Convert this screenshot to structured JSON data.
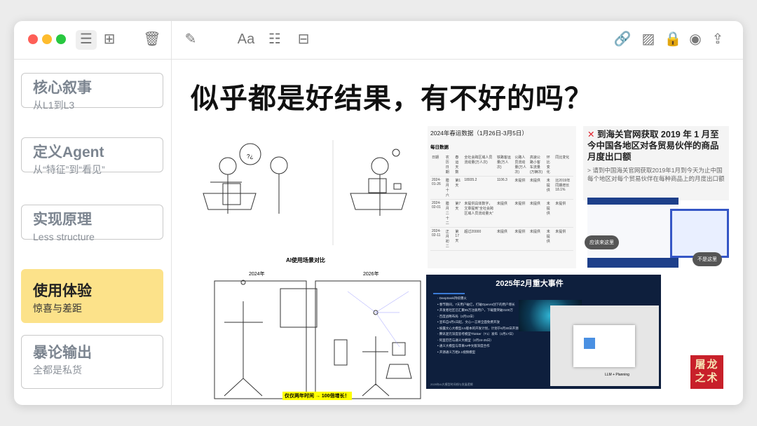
{
  "window": {
    "traffic_lights": {
      "close": "#fe5f57",
      "minimize": "#febc2e",
      "maximize": "#28c840"
    }
  },
  "toolbar": {
    "icons": [
      "list-view-icon",
      "grid-view-icon",
      "trash-icon",
      "compose-icon",
      "font-icon",
      "checklist-icon",
      "table-icon",
      "link-icon",
      "image-icon",
      "lock-icon",
      "account-icon",
      "share-icon"
    ],
    "font_label": "Aa"
  },
  "sidebar": {
    "items": [
      {
        "title": "核心叙事",
        "subtitle": "从L1到L3"
      },
      {
        "title": "定义Agent",
        "subtitle": "从“特征”到“看见”"
      },
      {
        "title": "实现原理",
        "subtitle": "Less structure"
      },
      {
        "title": "使用体验",
        "subtitle": "惊喜与差距",
        "active": true
      },
      {
        "title": "暴论输出",
        "subtitle": "全都是私货"
      }
    ],
    "active_color": "#fce28a"
  },
  "main": {
    "title": "似乎都是好结果，有不好的吗？",
    "comparison": {
      "heading": "AI使用场景对比",
      "left_label": "2024年",
      "right_label": "2026年",
      "caption": "仅仅两年时间 → 100倍增长！",
      "thought": "?¿"
    },
    "table_image": {
      "title": "2024年春运数据（1月26日-3月5日）",
      "subtitle": "每日数据",
      "headers": [
        "日期",
        "农历日期",
        "春运天数",
        "全社会跨区域人员流动量(万人次)",
        "铁路客运量(万人次)",
        "公路人员流动量(万人次)",
        "高速公路小客车流量(万辆次)",
        "环比变化",
        "同比变化"
      ],
      "rows": [
        [
          "2024-01-26",
          "腊月十六",
          "第1天",
          "18935.2",
          "1106.3",
          "未提供",
          "未提供",
          "未提供",
          "比2019年同期增长18.1%"
        ],
        [
          "2024-02-01",
          "腊月二十二",
          "第7天",
          "未提供具体数字，文章提到“全社会跨区域人员流动量大”",
          "未提供",
          "未提供",
          "未提供",
          "未提供",
          "未提供"
        ],
        [
          "2024-02-11",
          "正月初二",
          "第17天",
          "超过20000",
          "未提供",
          "未提供",
          "未提供",
          "未提供",
          "未提供"
        ]
      ]
    },
    "customs_image": {
      "heading": "到海关官网获取 2019 年 1 月至今中国各地区对各贸易伙伴的商品月度出口额",
      "prompt": "> 请到中国海关官网获取2019年1月到今天为止中国每个地区对每个贸易伙伴在每种商品上的月度出口额",
      "tag_correct": "应该来这里",
      "tag_wrong": "不是这里"
    },
    "slide_image": {
      "title": "2025年2月重大事件",
      "bullets": [
        "- DeepSeek持续爆火",
        "• 春节期间，7天用户破亿，打破OpenAI创下的用户增长",
        "• 开发者社区已汇聚85万注册用户，下载量突破3100万",
        "- 百度战略布局（2月13日）",
        "• 宣布自4月1日起，文心一言将全面免费开放",
        "• 披露文心大模型4.5版本的开发计划，计划于6月30日开源",
        "- 腾讯混元深度思考模型Thinker（T1）发布（2月17日）",
        "- 阿里巴巴与通义大模型（2月24-25日）",
        "• 通义大模型与苹果AI中文版深度合作",
        "• 开源通义万相2.1视频模型"
      ],
      "footer": "2025年AI大模型时间线与发展逻辑",
      "overlay": "LLM + Planning"
    },
    "logo": {
      "text": "屠龙之术",
      "color": "#c8202a"
    }
  }
}
